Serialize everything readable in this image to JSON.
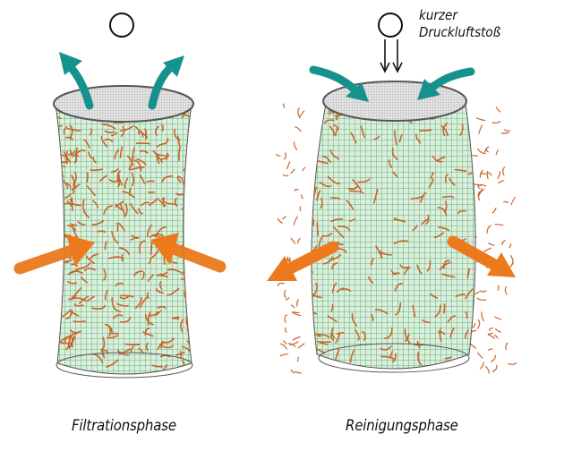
{
  "captions": {
    "left": "Filtrationsphase",
    "right": "Reinigungsphase"
  },
  "annotation": {
    "line1": "kurzer",
    "line2": "Druckluftstoß"
  },
  "colors": {
    "mesh_fill": "#dbeedd",
    "mesh_line": "#3fa35a",
    "fiber": "#c8642a",
    "arrow_orange": "#ec7a1d",
    "arrow_teal": "#16928e",
    "screen": "#d9d9d9"
  },
  "icons": [
    "circle-icon",
    "circle-icon",
    "down-arrow-icon",
    "down-arrow-icon"
  ]
}
